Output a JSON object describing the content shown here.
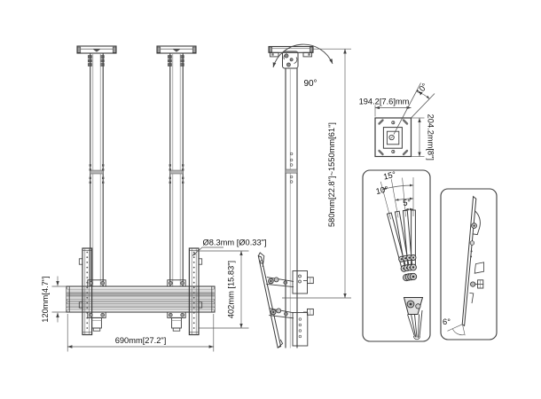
{
  "drawing": {
    "type": "technical-dimension-drawing",
    "subject": "ceiling TV mount bracket",
    "front": {
      "dim_width": "690mm[27.2\"]",
      "dim_bar_height": "120mm[4.7\"]",
      "dim_bracket_height": "402mm [15.83\"]",
      "hole_diameter": "Ø8.3mm [Ø0.33\"]"
    },
    "side": {
      "height_range": "580mm[22.8\"]~1550mm[61\"]",
      "swivel_angle": "90°"
    },
    "vesa_plate": {
      "dim_width": "194.2[7.6]mm",
      "dim_height": "204.2mm[8\"]",
      "swivel_angle": "10°"
    },
    "tilt_detail": {
      "angles": [
        "15°",
        "10°",
        "5°"
      ]
    },
    "profile_detail": {
      "angle": "6°"
    }
  },
  "colors": {
    "line": "#3c3c3c",
    "dim_line": "#555555",
    "text": "#111111",
    "fill_light": "#e8e8e8",
    "fill_mid": "#c0c0c0",
    "background": "#ffffff"
  }
}
